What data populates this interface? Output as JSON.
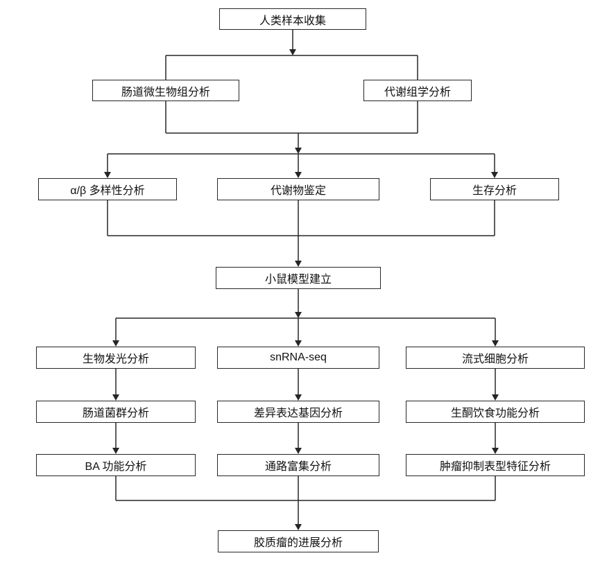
{
  "diagram": {
    "type": "flowchart",
    "background_color": "#ffffff",
    "box_fill_color": "#ffffff",
    "box_border_color": "#262626",
    "connector_color": "#262626",
    "text_color": "#111111",
    "nodes": {
      "human_sample": {
        "label": "人类样本收集"
      },
      "gut_microbiome": {
        "label": "肠道微生物组分析"
      },
      "metabolomics": {
        "label": "代谢组学分析"
      },
      "alpha_beta_diversity": {
        "label": "α/β 多样性分析"
      },
      "metabolite_identification": {
        "label": "代谢物鉴定"
      },
      "survival_analysis": {
        "label": "生存分析"
      },
      "mouse_model": {
        "label": "小鼠模型建立"
      },
      "bioluminescence": {
        "label": "生物发光分析"
      },
      "snrna_seq": {
        "label": "snRNA-seq"
      },
      "flow_cytometry": {
        "label": "流式细胞分析"
      },
      "gut_flora": {
        "label": "肠道菌群分析"
      },
      "deg_analysis": {
        "label": "差异表达基因分析"
      },
      "ketogenic_function": {
        "label": "生酮饮食功能分析"
      },
      "ba_function": {
        "label": "BA 功能分析"
      },
      "pathway_enrichment": {
        "label": "通路富集分析"
      },
      "tumor_phenotype": {
        "label": "肿瘤抑制表型特征分析"
      },
      "glioma_progression": {
        "label": "胶质瘤的进展分析"
      }
    },
    "edges": [
      {
        "from": [
          "human_sample"
        ],
        "to": [
          "gut_microbiome",
          "metabolomics"
        ]
      },
      {
        "from": [
          "gut_microbiome",
          "metabolomics"
        ],
        "to": [
          "alpha_beta_diversity",
          "metabolite_identification",
          "survival_analysis"
        ]
      },
      {
        "from": [
          "alpha_beta_diversity",
          "metabolite_identification",
          "survival_analysis"
        ],
        "to": [
          "mouse_model"
        ]
      },
      {
        "from": [
          "mouse_model"
        ],
        "to": [
          "bioluminescence",
          "snrna_seq",
          "flow_cytometry"
        ]
      },
      {
        "from": [
          "bioluminescence"
        ],
        "to": [
          "gut_flora"
        ]
      },
      {
        "from": [
          "gut_flora"
        ],
        "to": [
          "ba_function"
        ]
      },
      {
        "from": [
          "snrna_seq"
        ],
        "to": [
          "deg_analysis"
        ]
      },
      {
        "from": [
          "deg_analysis"
        ],
        "to": [
          "pathway_enrichment"
        ]
      },
      {
        "from": [
          "flow_cytometry"
        ],
        "to": [
          "ketogenic_function"
        ]
      },
      {
        "from": [
          "ketogenic_function"
        ],
        "to": [
          "tumor_phenotype"
        ]
      },
      {
        "from": [
          "ba_function",
          "pathway_enrichment",
          "tumor_phenotype"
        ],
        "to": [
          "glioma_progression"
        ]
      }
    ]
  }
}
